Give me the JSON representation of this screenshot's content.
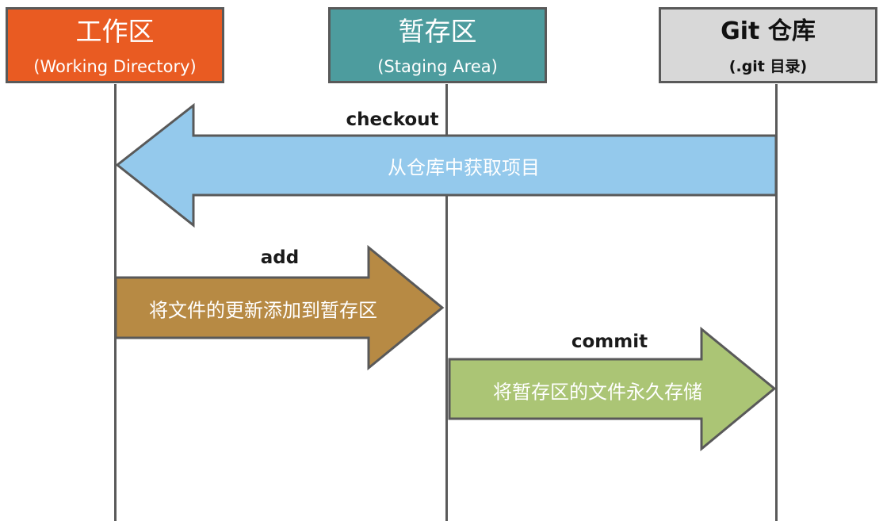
{
  "colors": {
    "working": "#E95B22",
    "staging": "#4D9C9E",
    "repo": "#D8D8D8",
    "checkout_arrow": "#94C9EC",
    "add_arrow": "#B78A44",
    "commit_arrow": "#ABC575",
    "border": "#595959"
  },
  "areas": {
    "working": {
      "title": "工作区",
      "subtitle": "(Working Directory)"
    },
    "staging": {
      "title": "暂存区",
      "subtitle": "(Staging Area)"
    },
    "repo": {
      "title": "Git 仓库",
      "subtitle": "(.git 目录)"
    }
  },
  "arrows": {
    "checkout": {
      "label": "checkout",
      "description": "从仓库中获取项目"
    },
    "add": {
      "label": "add",
      "description": "将文件的更新添加到暂存区"
    },
    "commit": {
      "label": "commit",
      "description": "将暂存区的文件永久存储"
    }
  }
}
